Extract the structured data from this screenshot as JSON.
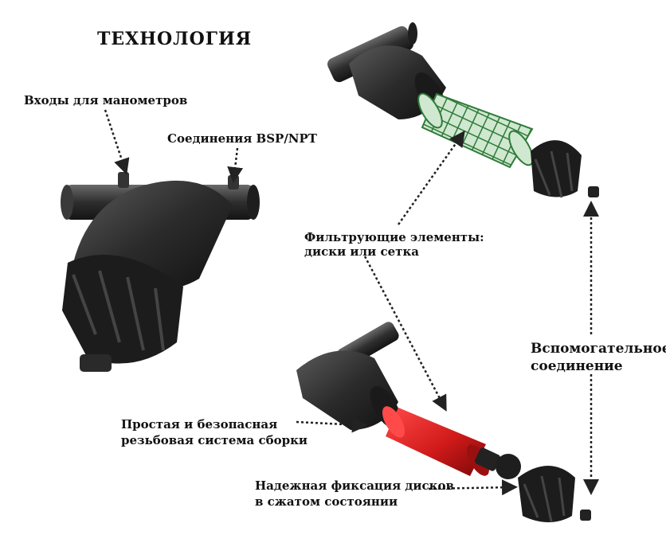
{
  "title": "ТЕХНОЛОГИЯ",
  "labels": {
    "gauge_inputs": "Входы для манометров",
    "bsp_npt": "Соединения BSP/NPT",
    "filter_elements_line1": "Фильтрующие элементы:",
    "filter_elements_line2": "диски или сетка",
    "auxiliary_line1": "Вспомогательное",
    "auxiliary_line2": "соединение",
    "thread_line1": "Простая и безопасная",
    "thread_line2": "резьбовая система сборки",
    "discs_line1": "Надежная фиксация дисков",
    "discs_line2": "в сжатом состоянии"
  },
  "colors": {
    "body": "#2a2a2a",
    "mesh": "#2f7a3a",
    "disc": "#d11a1a",
    "arrow": "#222222"
  }
}
